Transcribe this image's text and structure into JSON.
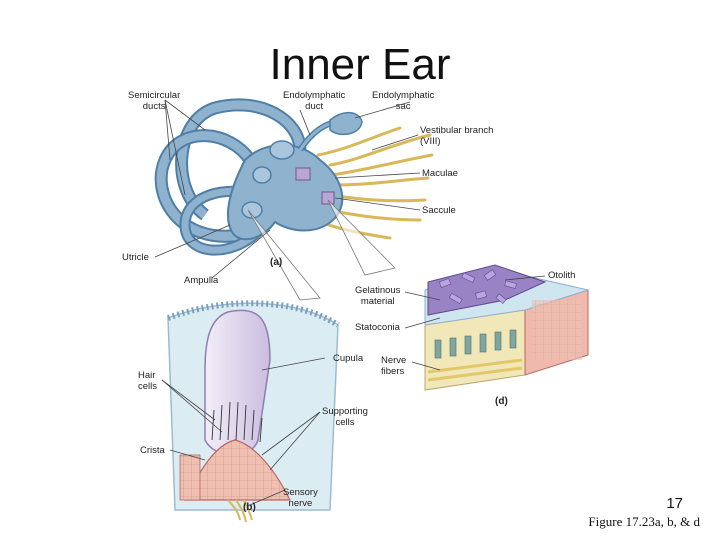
{
  "slide": {
    "title": "Inner Ear",
    "page_number": "17",
    "figure_reference": "Figure 17.23a, b, & d"
  },
  "labels": {
    "semicircular_ducts": "Semicircular\nducts",
    "endolymphatic_duct": "Endolymphatic\nduct",
    "endolymphatic_sac": "Endolymphatic\nsac",
    "vestibular_branch": "Vestibular branch\n(VIII)",
    "maculae": "Maculae",
    "saccule": "Saccule",
    "utricle": "Utricle",
    "ampulla": "Ampulla",
    "gelatinous_material": "Gelatinous\nmaterial",
    "statoconia": "Statoconia",
    "otolith": "Otolith",
    "cupula": "Cupula",
    "nerve_fibers": "Nerve\nfibers",
    "hair_cells": "Hair\ncells",
    "supporting_cells": "Supporting\ncells",
    "crista": "Crista",
    "sensory_nerve": "Sensory\nnerve"
  },
  "panels": {
    "a": "(a)",
    "b": "(b)",
    "d": "(d)"
  },
  "colors": {
    "duct_blue": "#8fb3cf",
    "duct_outline": "#4f7fa6",
    "nerve_yellow": "#e8cf7a",
    "statoconia_purple": "#9a83c4",
    "cupula_lilac": "#d7cde6",
    "tissue_pink": "#e4a49c"
  }
}
